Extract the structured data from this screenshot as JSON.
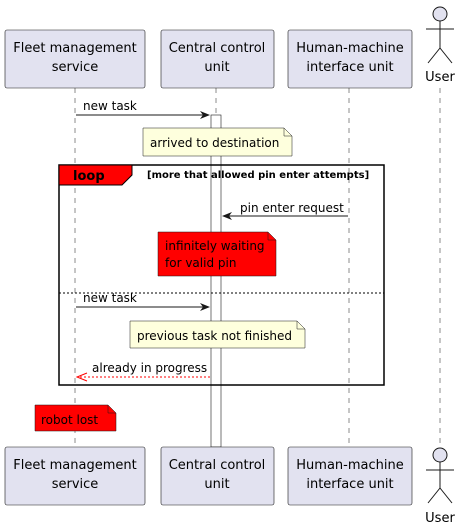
{
  "participants": {
    "fleet": {
      "line1": "Fleet management",
      "line2": "service"
    },
    "ccu": {
      "line1": "Central control",
      "line2": "unit"
    },
    "hmi": {
      "line1": "Human-machine",
      "line2": "interface unit"
    },
    "user": {
      "label": "User"
    }
  },
  "messages": {
    "m1": "new task",
    "m2": "pin enter request",
    "m3": "new task",
    "m4": "already in progress"
  },
  "notes": {
    "n1": "arrived to destination",
    "n2_line1": "infinitely waiting",
    "n2_line2": "for valid pin",
    "n3": "previous task not finished",
    "n4": "robot lost"
  },
  "loop": {
    "keyword": "loop",
    "condition": "[more that allowed pin enter attempts]"
  },
  "colors": {
    "participant_fill": "#E2E2F0",
    "note_fill": "#FEFFDD",
    "alert_fill": "#FF0000",
    "reply_arrow": "#FF0000"
  }
}
